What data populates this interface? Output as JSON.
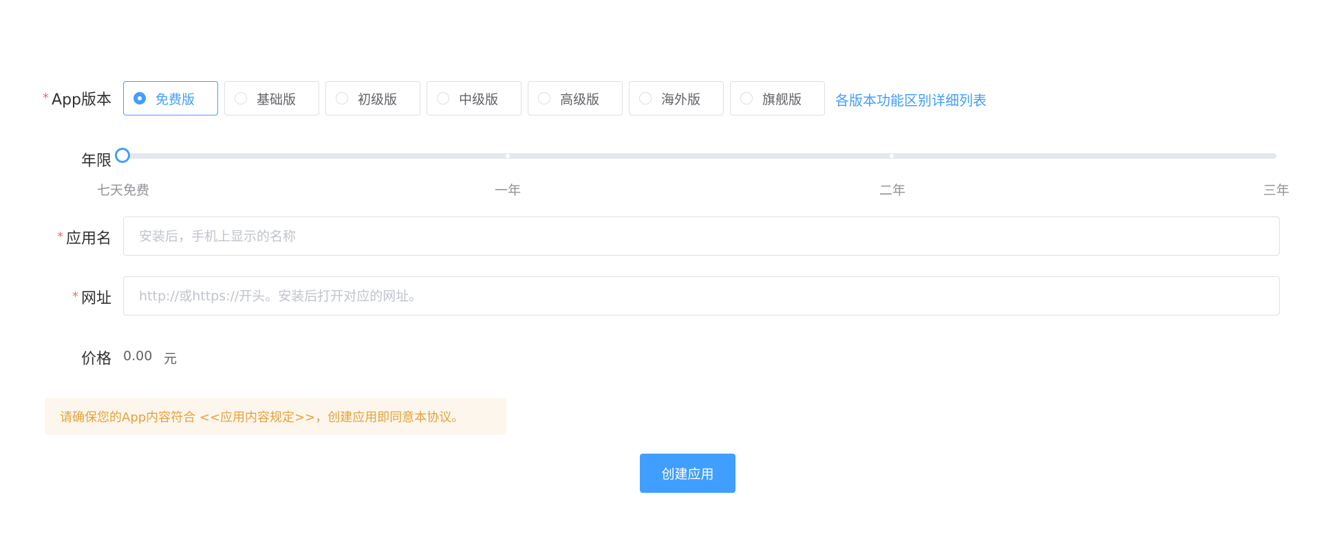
{
  "colors": {
    "primary": "#409eff",
    "required": "#f56c6c",
    "warning_text": "#e6a23c",
    "warning_bg": "#fdf6ec",
    "border": "#dcdfe6",
    "placeholder": "#c0c4cc"
  },
  "version": {
    "label": "App版本",
    "required_mark": "*",
    "options": [
      "免费版",
      "基础版",
      "初级版",
      "中级版",
      "高级版",
      "海外版",
      "旗舰版"
    ],
    "selected": "免费版",
    "compare_link": "各版本功能区别详细列表"
  },
  "duration": {
    "label": "年限",
    "marks": [
      "七天免费",
      "一年",
      "二年",
      "三年"
    ],
    "selected": "七天免费"
  },
  "app_name": {
    "label": "应用名",
    "required_mark": "*",
    "value": "",
    "placeholder": "安装后，手机上显示的名称"
  },
  "url": {
    "label": "网址",
    "required_mark": "*",
    "value": "",
    "placeholder": "http://或https://开头。安装后打开对应的网址。"
  },
  "price": {
    "label": "价格",
    "value": "0.00",
    "unit": "元"
  },
  "notice": {
    "text": "请确保您的App内容符合 <<应用内容规定>>，创建应用即同意本协议。",
    "icon": "none"
  },
  "submit": {
    "label": "创建应用"
  }
}
